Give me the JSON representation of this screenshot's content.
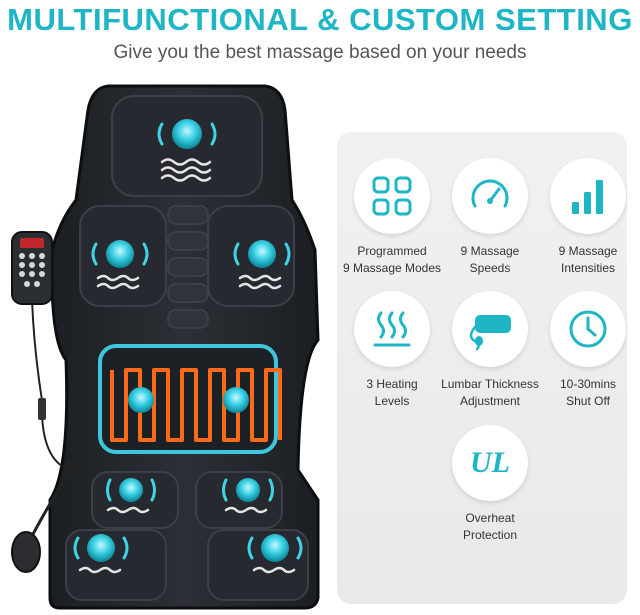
{
  "header": {
    "title": "MULTIFUNCTIONAL & CUSTOM SETTING",
    "subtitle": "Give you the best massage based on your needs"
  },
  "accent": "#1eb5c4",
  "features": [
    {
      "icon": "grid-modes-icon",
      "label": "Programmed\n9 Massage Modes"
    },
    {
      "icon": "speedometer-icon",
      "label": "9 Massage\nSpeeds"
    },
    {
      "icon": "intensity-bars-icon",
      "label": "9 Massage\nIntensities"
    },
    {
      "icon": "heat-waves-icon",
      "label": "3 Heating\nLevels"
    },
    {
      "icon": "lumbar-pillow-icon",
      "label": "Lumbar Thickness\nAdjustment"
    },
    {
      "icon": "clock-icon",
      "label": "10-30mins\nShut Off"
    },
    {
      "icon": "ul-certification-icon",
      "label": "Overheat\nProtection",
      "mark": "UL"
    }
  ]
}
